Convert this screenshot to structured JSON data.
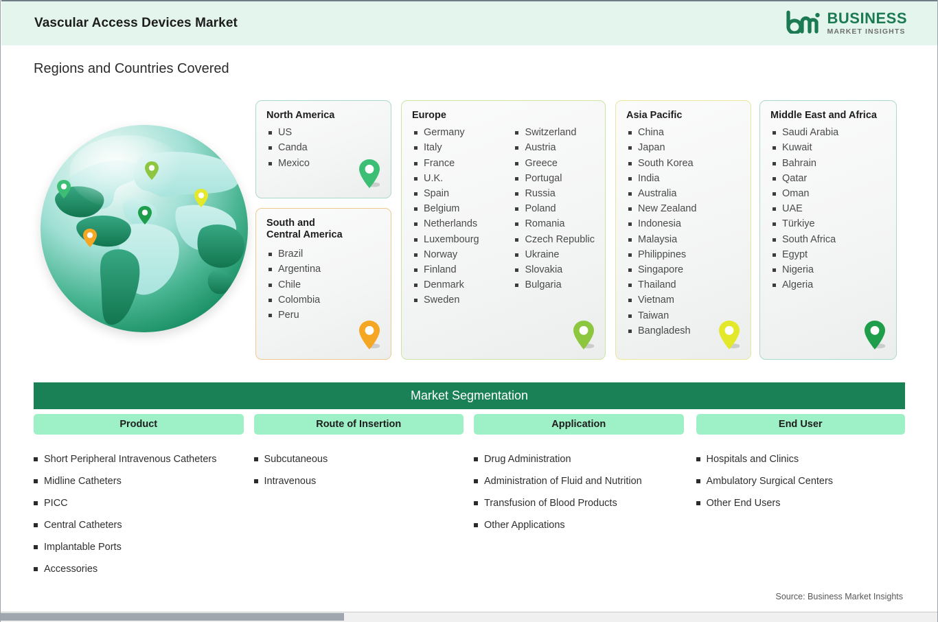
{
  "header": {
    "title": "Vascular Access Devices Market",
    "logo": {
      "mark": "bmi-logo-icon",
      "name": "BUSINESS",
      "tagline": "MARKET INSIGHTS"
    }
  },
  "section": {
    "title": "Regions and Countries Covered"
  },
  "globe": {
    "icon": "globe-illustration",
    "markers": [
      {
        "name": "north-america-marker",
        "color": "#3cbf74"
      },
      {
        "name": "europe-marker",
        "color": "#8dc63f"
      },
      {
        "name": "asia-pacific-marker",
        "color": "#e3e82b"
      },
      {
        "name": "middle-east-africa-marker",
        "color": "#1e9e4a"
      },
      {
        "name": "south-central-america-marker",
        "color": "#f5a623"
      }
    ]
  },
  "regions": [
    {
      "id": "north-america",
      "title": "North America",
      "border_color": "#a9d9c7",
      "pin_color": "#3cbf74",
      "columns": [
        [
          "US",
          "Canda",
          "Mexico"
        ]
      ]
    },
    {
      "id": "south-and-central-america",
      "title": "South and Central America",
      "border_color": "#eec98c",
      "pin_color": "#f5a623",
      "columns": [
        [
          "Brazil",
          "Argentina",
          "Chile",
          "Colombia",
          "Peru"
        ]
      ]
    },
    {
      "id": "europe",
      "title": "Europe",
      "border_color": "#cbe4a4",
      "pin_color": "#8dc63f",
      "columns": [
        [
          "Germany",
          "Italy",
          "France",
          "U.K.",
          "Spain",
          "Belgium",
          "Netherlands",
          "Luxembourg",
          "Norway",
          "Finland",
          "Denmark",
          "Sweden"
        ],
        [
          "Switzerland",
          "Austria",
          "Greece",
          "Portugal",
          "Russia",
          "Poland",
          "Romania",
          "Czech Republic",
          "Ukraine",
          "Slovakia",
          "Bulgaria"
        ]
      ]
    },
    {
      "id": "asia-pacific",
      "title": "Asia Pacific",
      "border_color": "#eae79b",
      "pin_color": "#e3e82b",
      "columns": [
        [
          "China",
          "Japan",
          "South Korea",
          "India",
          "Australia",
          "New Zealand",
          "Indonesia",
          "Malaysia",
          "Philippines",
          "Singapore",
          "Thailand",
          "Vietnam",
          "Taiwan",
          "Bangladesh"
        ]
      ]
    },
    {
      "id": "middle-east-and-africa",
      "title": "Middle East and Africa",
      "border_color": "#a9d9c7",
      "pin_color": "#1e9e4a",
      "columns": [
        [
          "Saudi Arabia",
          "Kuwait",
          "Bahrain",
          "Qatar",
          "Oman",
          "UAE",
          "Türkiye",
          "South Africa",
          "Egypt",
          "Nigeria",
          "Algeria"
        ]
      ]
    }
  ],
  "segmentation": {
    "header": "Market Segmentation",
    "header_color": "#1a8055",
    "pill_color": "#9ef0c7",
    "columns": [
      {
        "label": "Product",
        "items": [
          "Short Peripheral Intravenous Catheters",
          "Midline Catheters",
          "PICC",
          "Central Catheters",
          "Implantable Ports",
          "Accessories"
        ]
      },
      {
        "label": "Route of Insertion",
        "items": [
          "Subcutaneous",
          "Intravenous"
        ]
      },
      {
        "label": "Application",
        "items": [
          "Drug Administration",
          "Administration of Fluid and Nutrition",
          "Transfusion of Blood Products",
          "Other Applications"
        ]
      },
      {
        "label": "End User",
        "items": [
          "Hospitals and Clinics",
          "Ambulatory Surgical Centers",
          "Other End Users"
        ]
      }
    ]
  },
  "source": "Source: Business Market Insights"
}
